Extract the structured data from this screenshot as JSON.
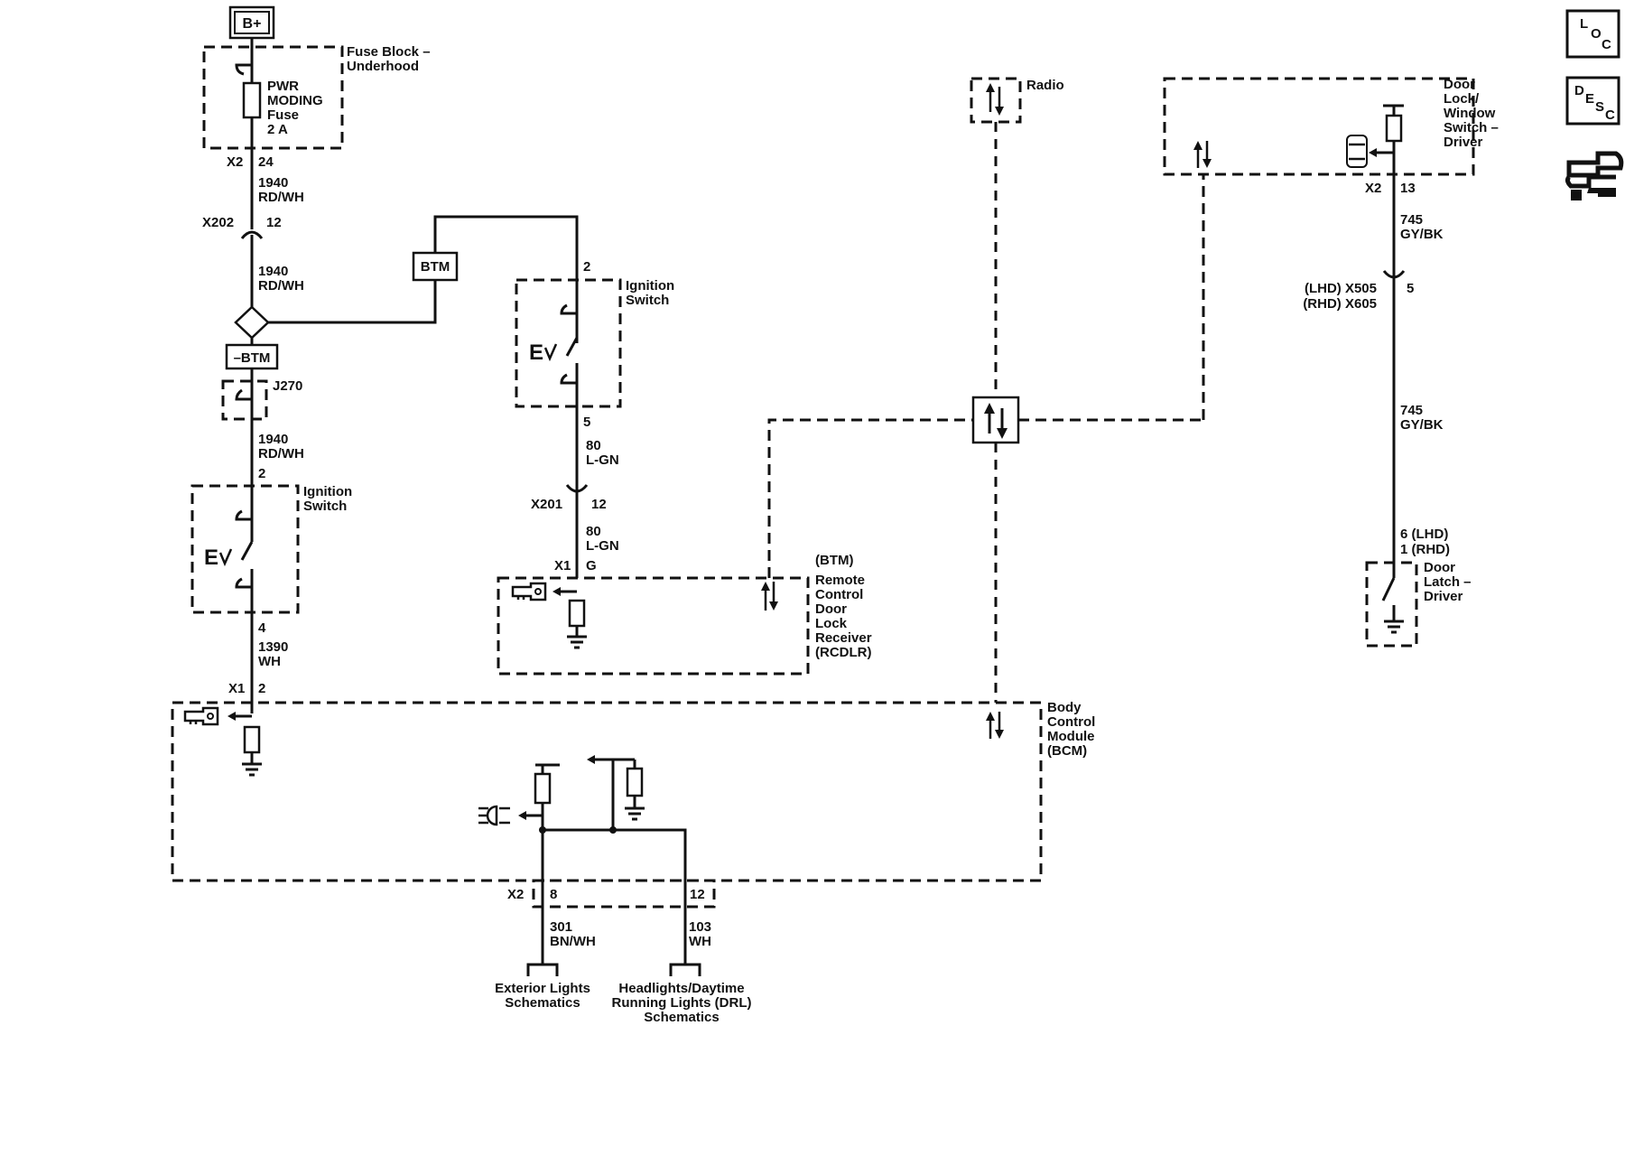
{
  "supply": {
    "battery": "B+"
  },
  "fuse_block": {
    "title": [
      "Fuse Block –",
      "Underhood"
    ],
    "fuse": [
      "PWR",
      "MODING",
      "Fuse",
      "2 A"
    ],
    "connector": "X2",
    "pin": "24"
  },
  "wires": {
    "w1940_a": [
      "1940",
      "RD/WH"
    ],
    "w1940_b": [
      "1940",
      "RD/WH"
    ],
    "w1940_c": [
      "1940",
      "RD/WH"
    ],
    "w1390": [
      "1390",
      "WH"
    ],
    "w80_a": [
      "80",
      "L-GN"
    ],
    "w80_b": [
      "80",
      "L-GN"
    ],
    "w745_a": [
      "745",
      "GY/BK"
    ],
    "w745_b": [
      "745",
      "GY/BK"
    ],
    "w301": [
      "301",
      "BN/WH"
    ],
    "w103": [
      "103",
      "WH"
    ]
  },
  "connectors": {
    "x202": "X202",
    "x202_pin": "12",
    "x201": "X201",
    "x201_pin": "12",
    "j270": "J270",
    "bcm_x1": "X1",
    "bcm_x1_pin": "2",
    "rcdlr_x1": "X1",
    "rcdlr_x1_pin": "G",
    "bcm_x2": "X2",
    "bcm_x2_pin_a": "8",
    "bcm_x2_pin_b": "12",
    "dlws_x2": "X2",
    "dlws_x2_pin": "13",
    "x505": "(LHD) X505",
    "x605": "(RHD) X605",
    "x505_pin": "5",
    "latch_pin_lhd": "6 (LHD)",
    "latch_pin_rhd": "1 (RHD)"
  },
  "btm": {
    "tag": "BTM",
    "tag_neg": "–BTM"
  },
  "ignition_left": {
    "title": [
      "Ignition",
      "Switch"
    ],
    "pin_top": "2",
    "pin_bottom": "4"
  },
  "ignition_mid": {
    "title": [
      "Ignition",
      "Switch"
    ],
    "pin_top": "2",
    "pin_bottom": "5"
  },
  "rcdlr": {
    "title": [
      "(BTM)",
      "Remote",
      "Control",
      "Door",
      "Lock",
      "Receiver",
      "(RCDLR)"
    ]
  },
  "bcm": {
    "title": [
      "Body",
      "Control",
      "Module",
      "(BCM)"
    ]
  },
  "radio": {
    "title": "Radio"
  },
  "door_switch": {
    "title": [
      "Door",
      "Lock/",
      "Window",
      "Switch –",
      "Driver"
    ]
  },
  "door_latch": {
    "title": [
      "Door",
      "Latch –",
      "Driver"
    ]
  },
  "destinations": {
    "exterior": [
      "Exterior Lights",
      "Schematics"
    ],
    "headlights": [
      "Headlights/Daytime",
      "Running Lights (DRL)",
      "Schematics"
    ]
  },
  "nav_icons": {
    "loc": {
      "letters": [
        "L",
        "O",
        "C"
      ],
      "icon": "loc-icon"
    },
    "desc": {
      "letters": [
        "D",
        "E",
        "S",
        "C"
      ],
      "icon": "desc-icon"
    },
    "connector_end_view": {
      "icon": "connector-end-view-icon"
    }
  }
}
